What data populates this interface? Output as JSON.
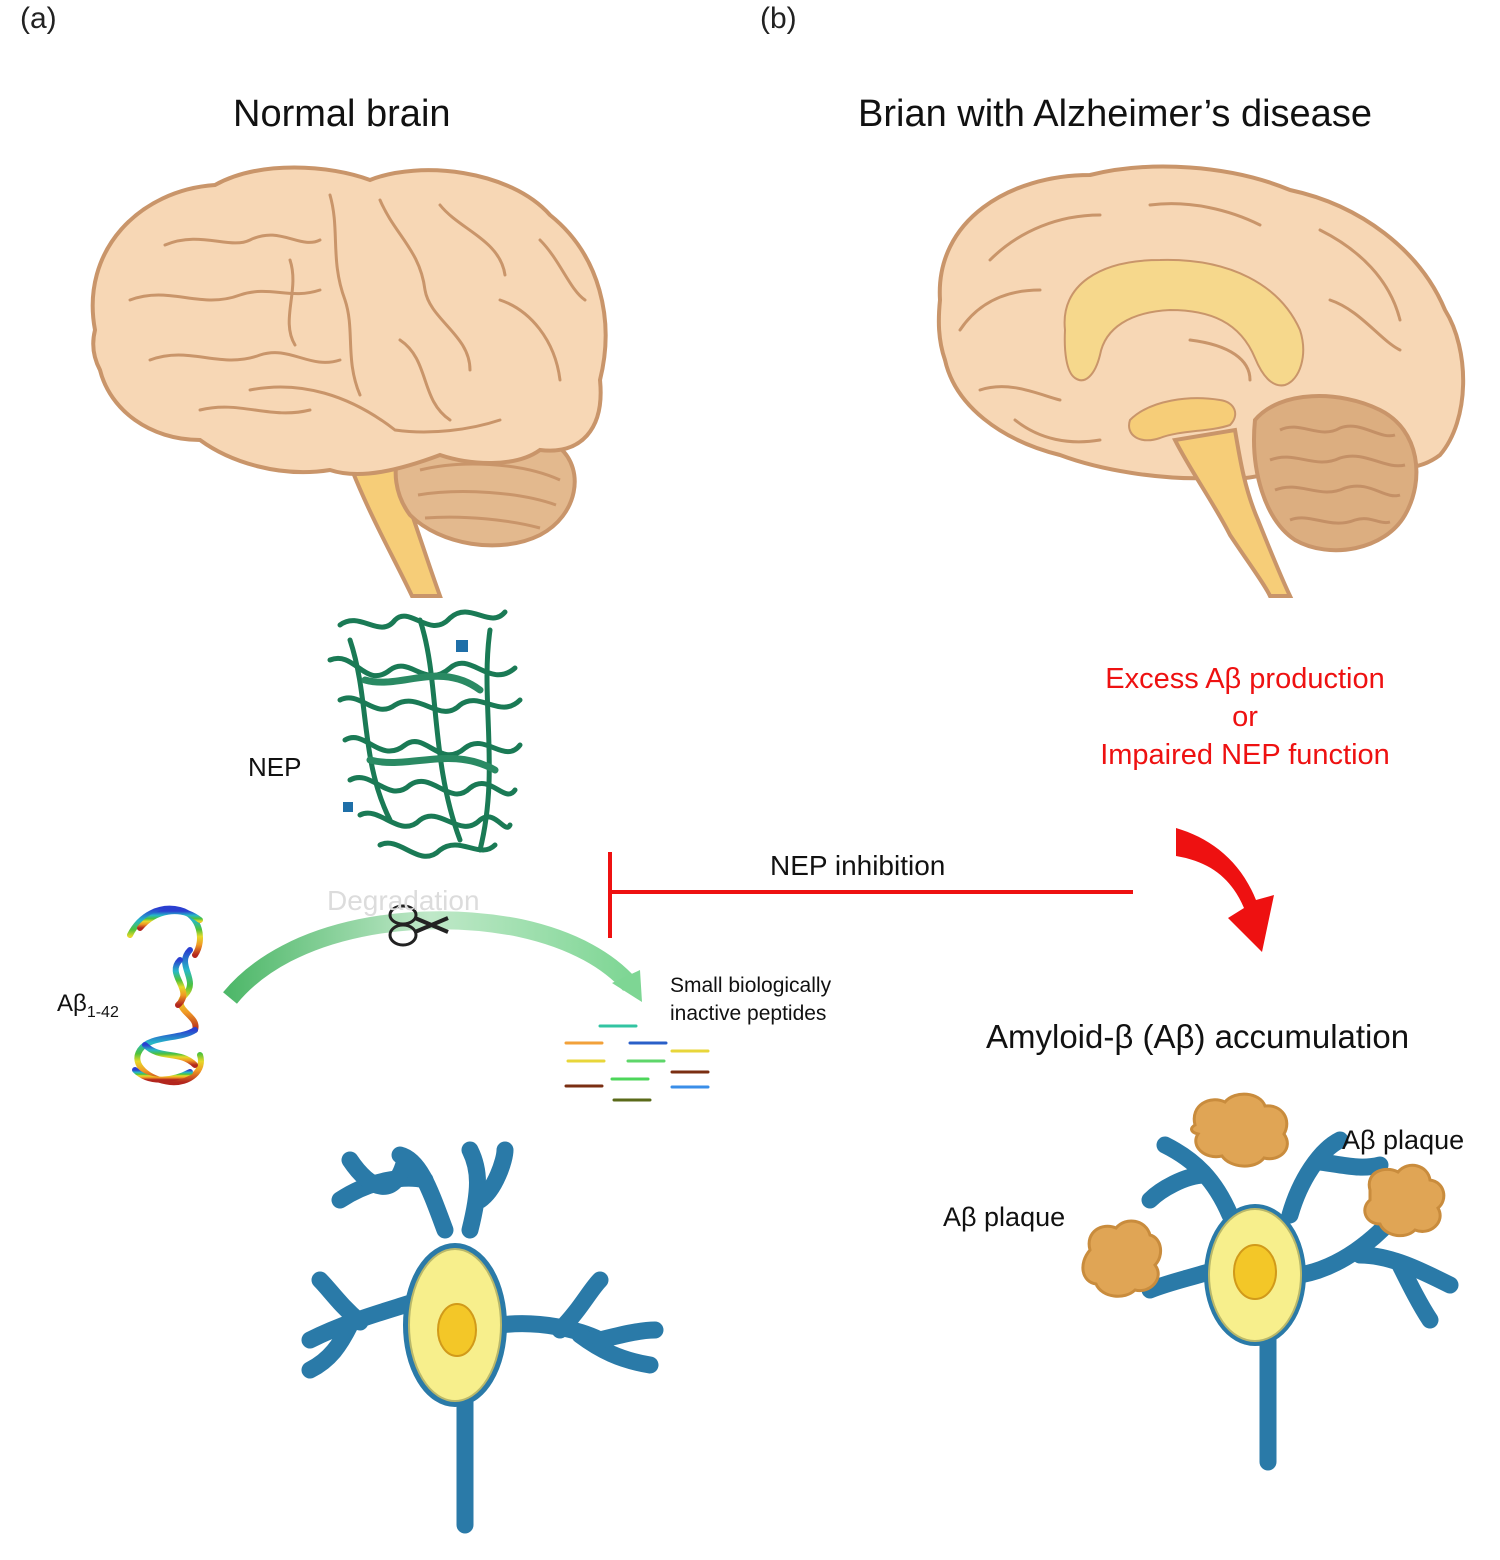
{
  "panels": {
    "a": {
      "tag": "(a)",
      "title": "Normal brain"
    },
    "b": {
      "tag": "(b)",
      "title": "Brian with Alzheimer’s disease"
    }
  },
  "labels": {
    "nep": "NEP",
    "degradation": "Degradation",
    "abeta_main": "Aβ",
    "abeta_sub": "1-42",
    "small_peptides_line1": "Small biologically",
    "small_peptides_line2": "inactive peptides",
    "nep_inhibition": "NEP inhibition",
    "cause_line1": "Excess Aβ production",
    "cause_line2": "or",
    "cause_line3": "Impaired NEP function",
    "accumulation": "Amyloid-β (Aβ) accumulation",
    "plaque_left": "Aβ plaque",
    "plaque_right": "Aβ plaque"
  },
  "colors": {
    "brain_fill": "#f7d7b5",
    "brain_stroke": "#c9956a",
    "brainstem": "#f6cd78",
    "cerebellum": "#e3b98e",
    "neuron_blue": "#2a7aa8",
    "neuron_body": "#f7ef8c",
    "nucleus": "#f3c728",
    "nep_green": "#1a7a55",
    "plaque": "#e0a555",
    "inhibition_red": "#ee1111",
    "arrow_green": "#5fc87a"
  },
  "icons": {
    "scissors": "scissors-icon",
    "cause_arrow": "curved-arrow-icon"
  }
}
